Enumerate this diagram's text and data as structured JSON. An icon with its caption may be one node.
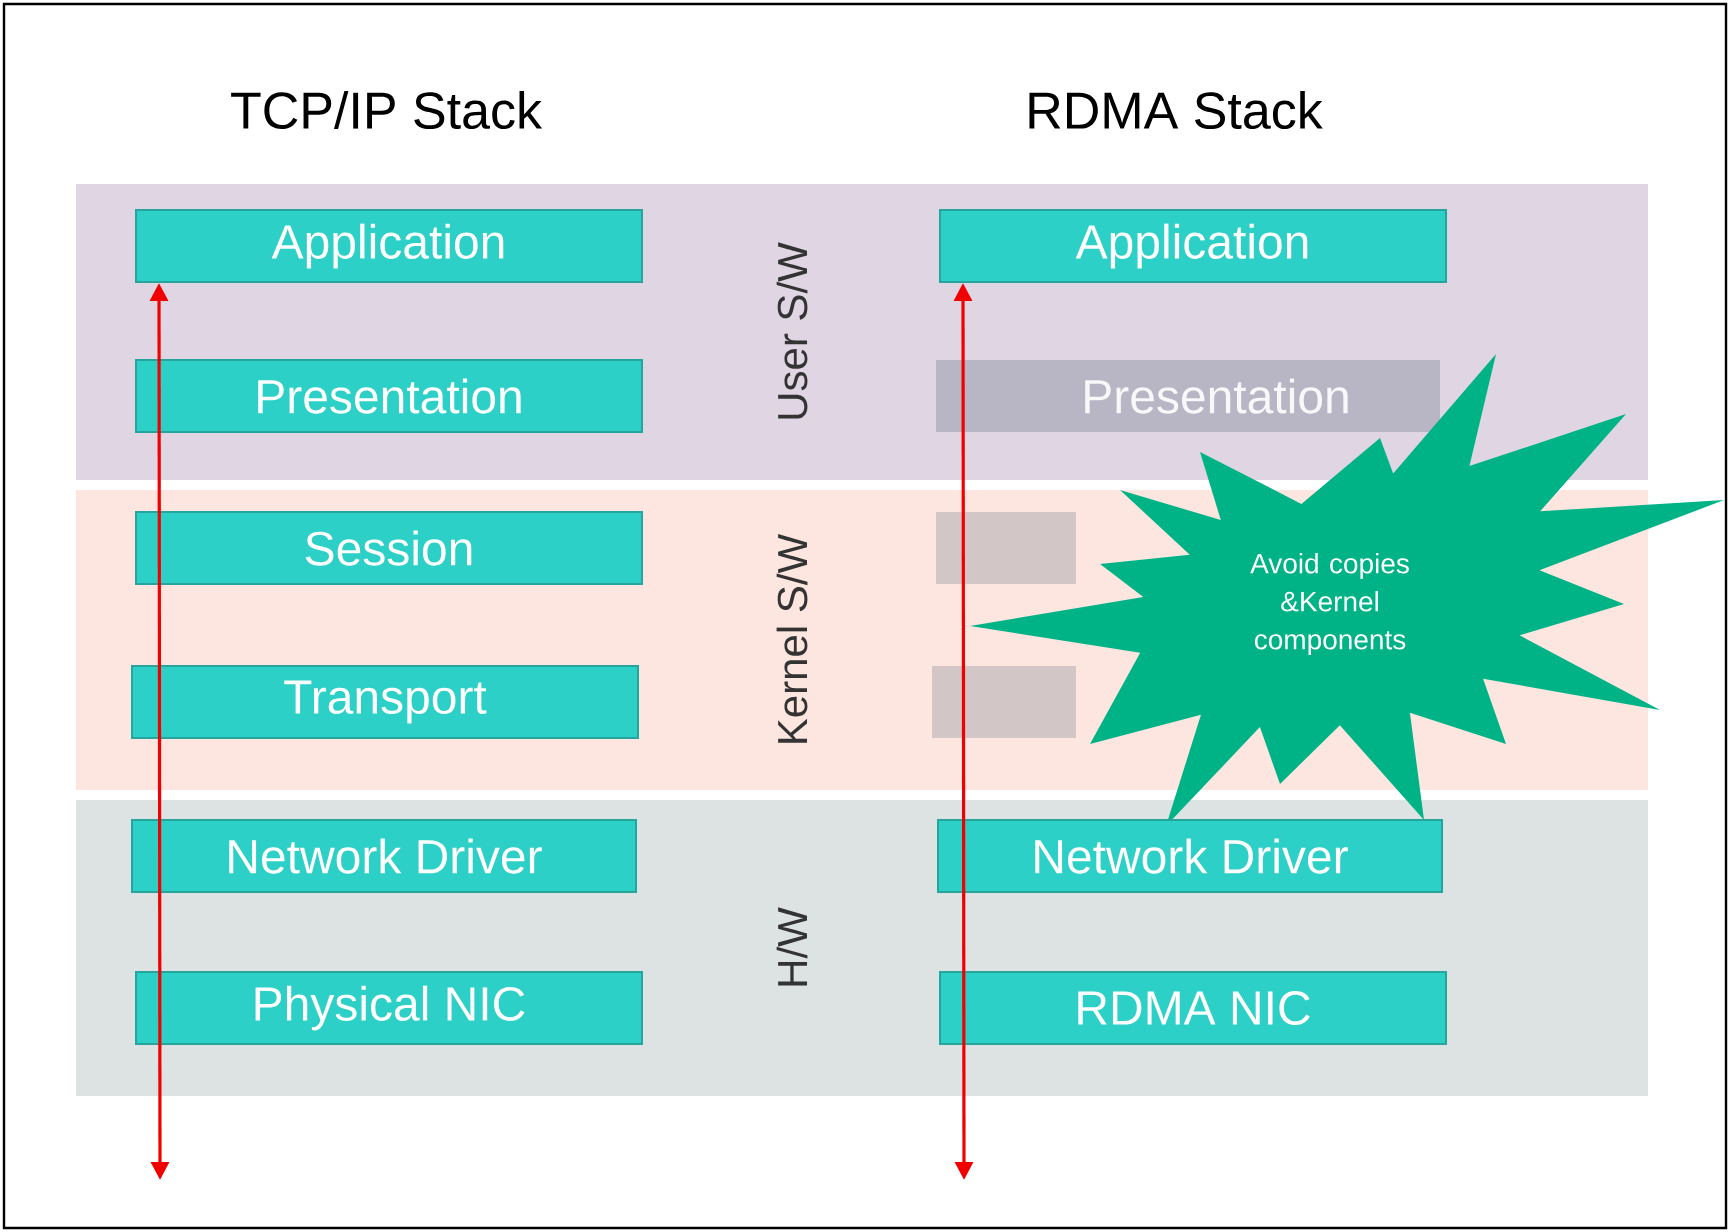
{
  "diagram": {
    "nodes": [
      {
        "text": [
          "User S/W"
        ]
      },
      {
        "text": [
          "Kernel S/W"
        ]
      },
      {
        "text": [
          "H/W"
        ]
      },
      {
        "text": [
          "Application"
        ],
        "in": 0
      },
      {
        "text": [
          "Application"
        ],
        "in": 0
      },
      {
        "text": [
          "Presentation"
        ],
        "in": 0
      },
      {
        "text": [
          "Presentation"
        ],
        "in": 0
      },
      {
        "text": [
          "Session"
        ],
        "in": 1
      },
      {
        "text": [],
        "shape": "box",
        "in": 1
      },
      {
        "text": [
          "Transport"
        ],
        "in": 1
      },
      {
        "text": [],
        "shape": "box",
        "in": 1
      },
      {
        "text": [
          "Network Driver"
        ],
        "in": 2
      },
      {
        "text": [
          "Network Driver"
        ],
        "in": 2
      },
      {
        "text": [
          "Physical NIC"
        ],
        "in": 2
      },
      {
        "text": [
          "RDMA NIC"
        ],
        "in": 2
      },
      {
        "text": [
          "Avoid copies &Kernel components"
        ]
      }
    ],
    "edges": [
      {
        "from": null,
        "to": 3,
        "arrow": "both"
      },
      {
        "from": null,
        "to": 4,
        "arrow": "both"
      }
    ],
    "labels": [
      "TCP/IP Stack",
      "RDMA Stack"
    ]
  }
}
